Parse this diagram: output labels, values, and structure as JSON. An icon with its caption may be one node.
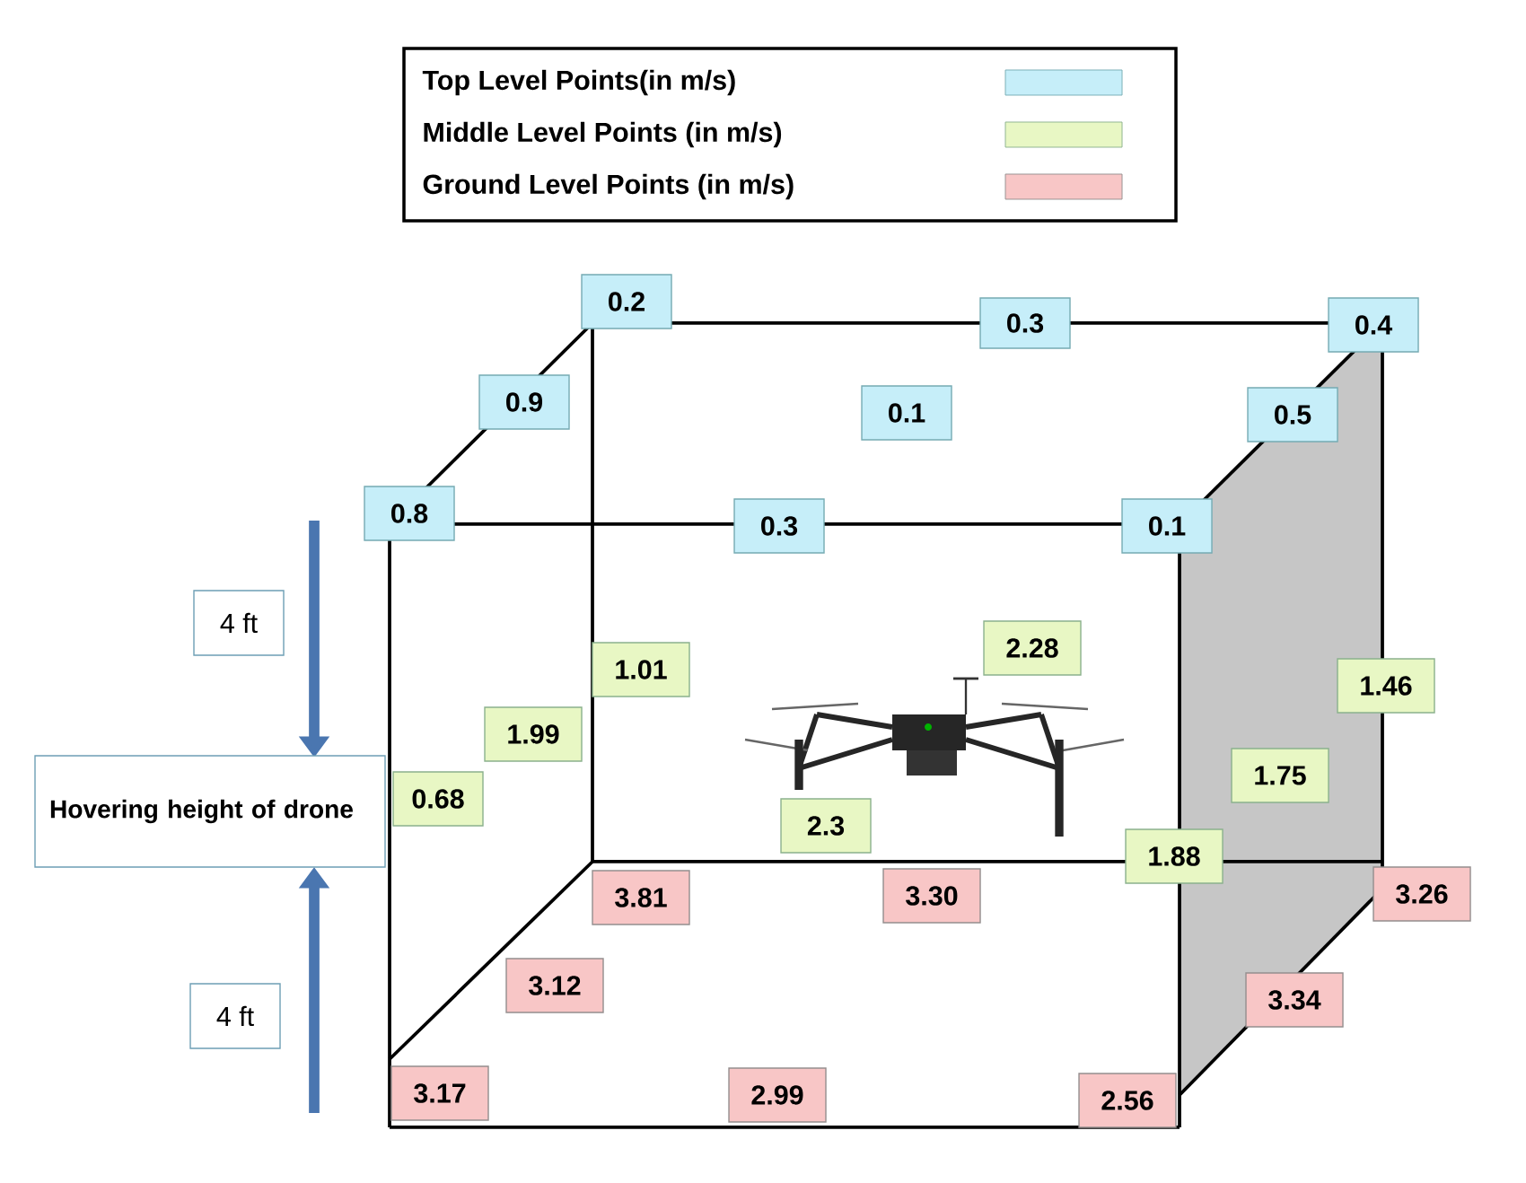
{
  "diagram": {
    "nodes": [
      {
        "text": [
          "0.2"
        ]
      },
      {
        "text": [
          "0.3"
        ]
      },
      {
        "text": [
          "0.4"
        ]
      },
      {
        "text": [
          "0.9"
        ]
      },
      {
        "text": [
          "0.1"
        ]
      },
      {
        "text": [
          "0.5"
        ]
      },
      {
        "text": [
          "0.8"
        ]
      },
      {
        "text": [
          "0.3"
        ]
      },
      {
        "text": [
          "0.1"
        ]
      },
      {
        "text": [
          "4 ft"
        ]
      },
      {
        "text": [
          "2.28"
        ]
      },
      {
        "text": [
          "1.01"
        ]
      },
      {
        "text": [
          "1.46"
        ]
      },
      {
        "text": [
          "1.99"
        ]
      },
      {
        "text": [
          "1.75"
        ]
      },
      {
        "text": [
          "0.68"
        ]
      },
      {
        "text": [
          "Hovering height of drone"
        ]
      },
      {
        "text": [
          "2.3"
        ]
      },
      {
        "text": [
          "1.88"
        ]
      },
      {
        "text": [
          "3.81"
        ]
      },
      {
        "text": [
          "3.30"
        ]
      },
      {
        "text": [
          "3.26"
        ]
      },
      {
        "text": [
          "3.12"
        ]
      },
      {
        "text": [
          "3.34"
        ]
      },
      {
        "text": [
          "4 ft"
        ]
      },
      {
        "text": [
          "3.17"
        ]
      },
      {
        "text": [
          "2.99"
        ]
      },
      {
        "text": [
          "2.56"
        ]
      }
    ],
    "legend": [
      {
        "text": "Top Level Points(in m/s)",
        "color": "#c6eef9"
      },
      {
        "text": "Middle Level Points (in m/s)",
        "color": "#e8f7c4"
      },
      {
        "text": "Ground Level Points (in m/s)",
        "color": "#f8c6c6"
      }
    ]
  }
}
